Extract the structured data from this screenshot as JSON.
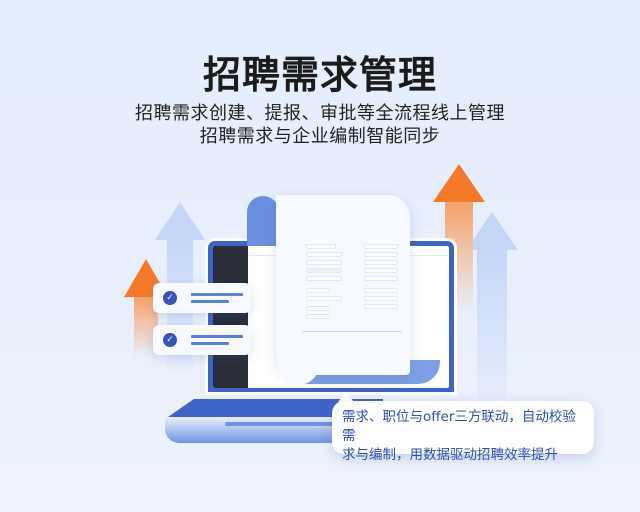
{
  "header": {
    "title": "招聘需求管理",
    "subtitle_line1": "招聘需求创建、提报、审批等全流程线上管理",
    "subtitle_line2": "招聘需求与企业编制智能同步"
  },
  "callout": {
    "line1": "需求、职位与offer三方联动，自动校验需",
    "line2": "求与编制，用数据驱动招聘效率提升"
  },
  "illustration": {
    "check_cards": [
      {
        "icon": "check-circle-icon"
      },
      {
        "icon": "check-circle-icon"
      }
    ],
    "arrows": [
      {
        "color": "orange",
        "position": "left"
      },
      {
        "color": "light-blue",
        "position": "left-back"
      },
      {
        "color": "orange",
        "position": "right"
      },
      {
        "color": "light-blue",
        "position": "right-back"
      }
    ]
  },
  "colors": {
    "background": "#e4edfd",
    "primary_blue": "#3f63c9",
    "light_blue": "#7e9fe5",
    "orange": "#f47a2a",
    "callout_text": "#2d50b8",
    "title_text": "#1b1b1b"
  }
}
